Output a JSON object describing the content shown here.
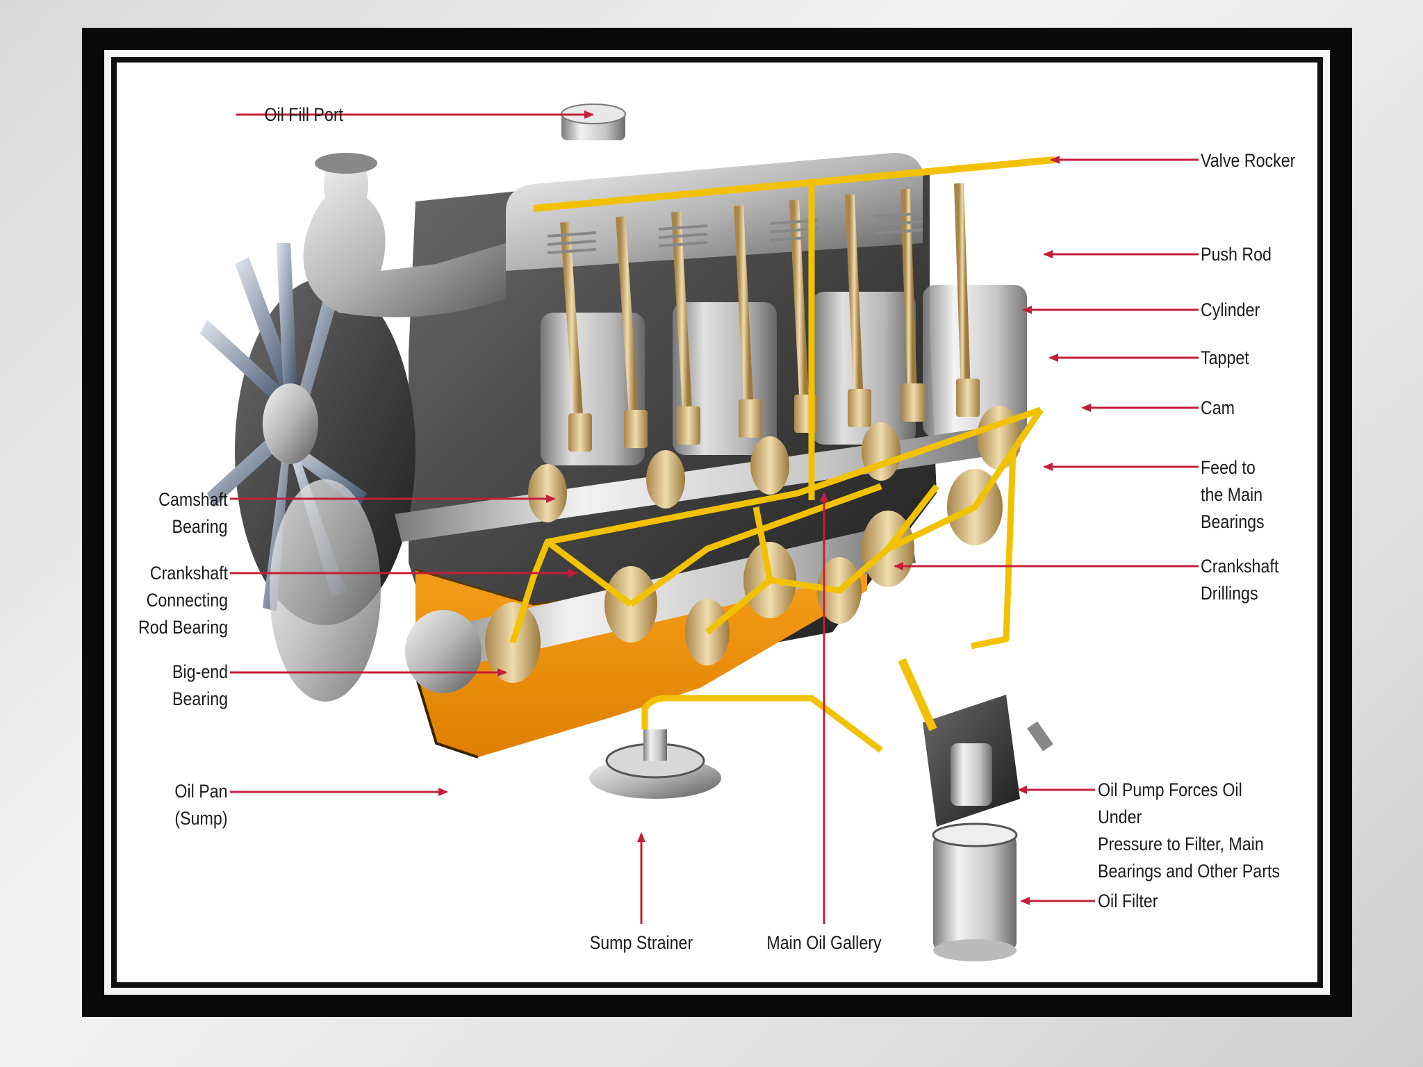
{
  "colors": {
    "frame": "#0a0a0a",
    "leader_line": "#c41e3a",
    "oil_path": "#f2c200",
    "sump_oil": "#f39200",
    "engine_metal": "#b8b8b8"
  },
  "labels": {
    "oil_fill_port": "Oil Fill Port",
    "valve_rocker": "Valve Rocker",
    "push_rod": "Push Rod",
    "cylinder": "Cylinder",
    "tappet": "Tappet",
    "cam": "Cam",
    "feed_to_main_bearings": "Feed to\nthe Main\nBearings",
    "crankshaft_drillings": "Crankshaft\nDrillings",
    "camshaft_bearing": "Camshaft\nBearing",
    "crankshaft_connecting_rod_bearing": "Crankshaft\nConnecting\nRod Bearing",
    "big_end_bearing": "Big-end\nBearing",
    "oil_pan": "Oil Pan\n(Sump)",
    "oil_pump": "Oil Pump Forces Oil Under\nPressure to Filter, Main\nBearings and Other Parts",
    "oil_filter": "Oil Filter",
    "sump_strainer": "Sump Strainer",
    "main_oil_gallery": "Main Oil Gallery"
  }
}
